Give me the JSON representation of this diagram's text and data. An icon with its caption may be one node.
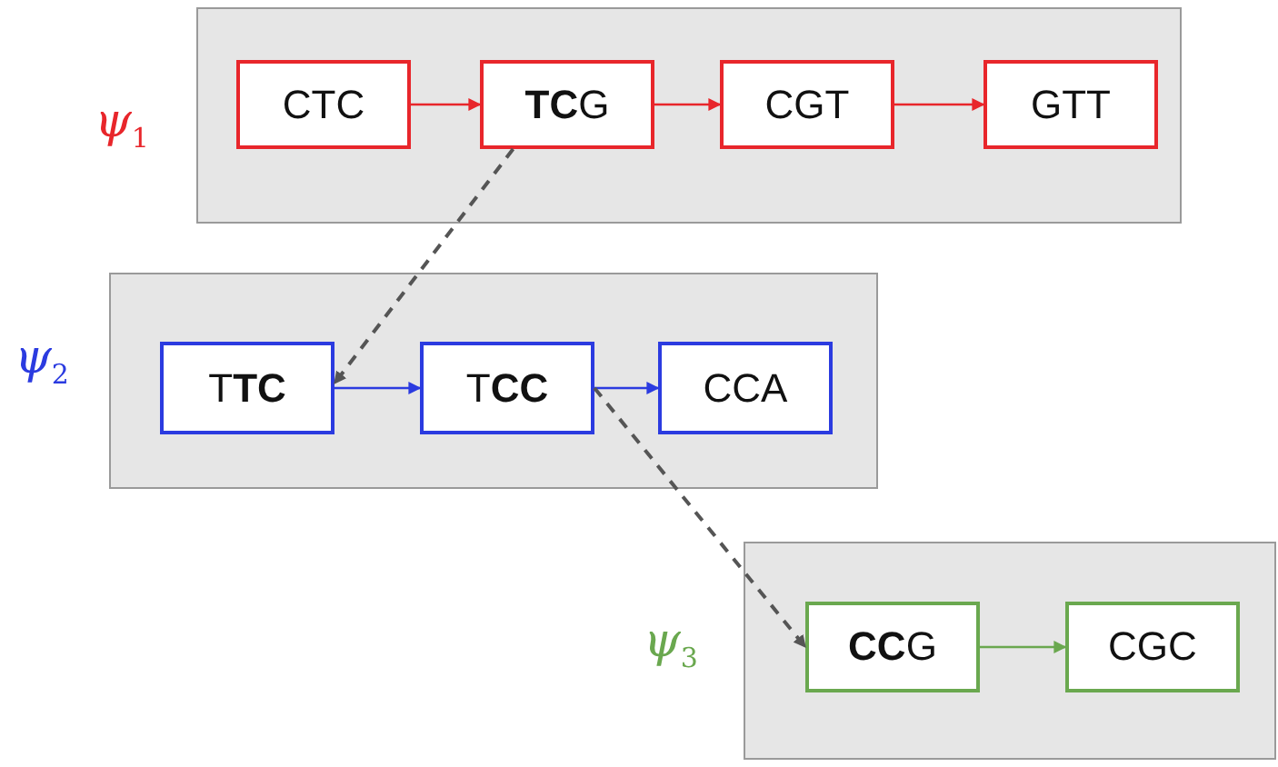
{
  "diagram": {
    "nodes": [
      {
        "text": [],
        "shape": "box",
        "beside": [
          "ψ$_{1}$"
        ]
      },
      {
        "text": [
          "CTC"
        ],
        "in": 0
      },
      {
        "text": [
          "**TC**G"
        ],
        "in": 0
      },
      {
        "text": [
          "CGT"
        ],
        "in": 0
      },
      {
        "text": [
          "GTT"
        ],
        "in": 0
      },
      {
        "text": [],
        "shape": "box",
        "beside": [
          "ψ$_{2}$"
        ]
      },
      {
        "text": [
          "T**TC**"
        ],
        "in": 5
      },
      {
        "text": [
          "T**CC**"
        ],
        "in": 5
      },
      {
        "text": [
          "CCA"
        ],
        "in": 5
      },
      {
        "text": [],
        "shape": "box",
        "beside": [
          "ψ$_{3}$"
        ]
      },
      {
        "text": [
          "**CC**G"
        ],
        "in": 9
      },
      {
        "text": [
          "CGC"
        ],
        "in": 9
      }
    ],
    "edges": [
      {
        "from": 1,
        "to": 2,
        "arrow": "to",
        "color": "#e8262b"
      },
      {
        "from": 2,
        "to": 3,
        "arrow": "to",
        "color": "#e8262b"
      },
      {
        "from": 3,
        "to": 4,
        "arrow": "to",
        "color": "#e8262b"
      },
      {
        "from": 6,
        "to": 7,
        "arrow": "to",
        "color": "#2b3be0"
      },
      {
        "from": 7,
        "to": 8,
        "arrow": "to",
        "color": "#2b3be0"
      },
      {
        "from": 10,
        "to": 11,
        "arrow": "to",
        "color": "#6aa84f"
      },
      {
        "from": 2,
        "to": 6,
        "arrow": "to",
        "style": "dashed",
        "color": "#555555"
      },
      {
        "from": 7,
        "to": 10,
        "arrow": "to",
        "style": "dashed",
        "color": "#555555"
      }
    ]
  }
}
